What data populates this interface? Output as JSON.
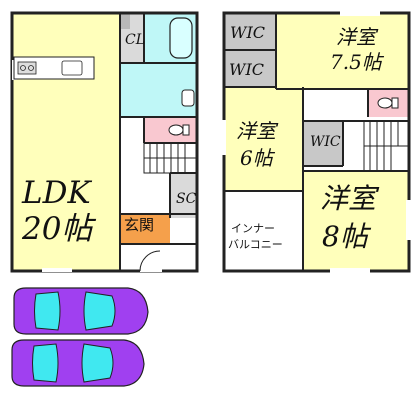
{
  "floor1": {
    "ldk_line1": "LDK",
    "ldk_line2": "20帖",
    "closet": "CL",
    "storage": "SC",
    "entrance": "玄関"
  },
  "floor2": {
    "wic_a": "WIC",
    "wic_b": "WIC",
    "wic_c": "WIC",
    "room_75_line1": "洋室",
    "room_75_line2": "7.5帖",
    "room_6_line1": "洋室",
    "room_6_line2": "6帖",
    "room_8_line1": "洋室",
    "room_8_line2": "8帖",
    "inner_balcony_line1": "インナー",
    "inner_balcony_line2": "バルコニー"
  },
  "colors": {
    "room_yellow": "#FFFFBB",
    "water_cyan": "#BFF7F7",
    "toilet_pink": "#F9C8D0",
    "entrance_orange": "#F5A04B",
    "wic_gray": "#C8C8C8",
    "wall": "#222222",
    "car_purple": "#A040F0",
    "car_window": "#40E8F0"
  },
  "icons": [
    "bathtub-icon",
    "sink-icon",
    "toilet-icon",
    "kitchen-stove-icon",
    "car-icon"
  ]
}
